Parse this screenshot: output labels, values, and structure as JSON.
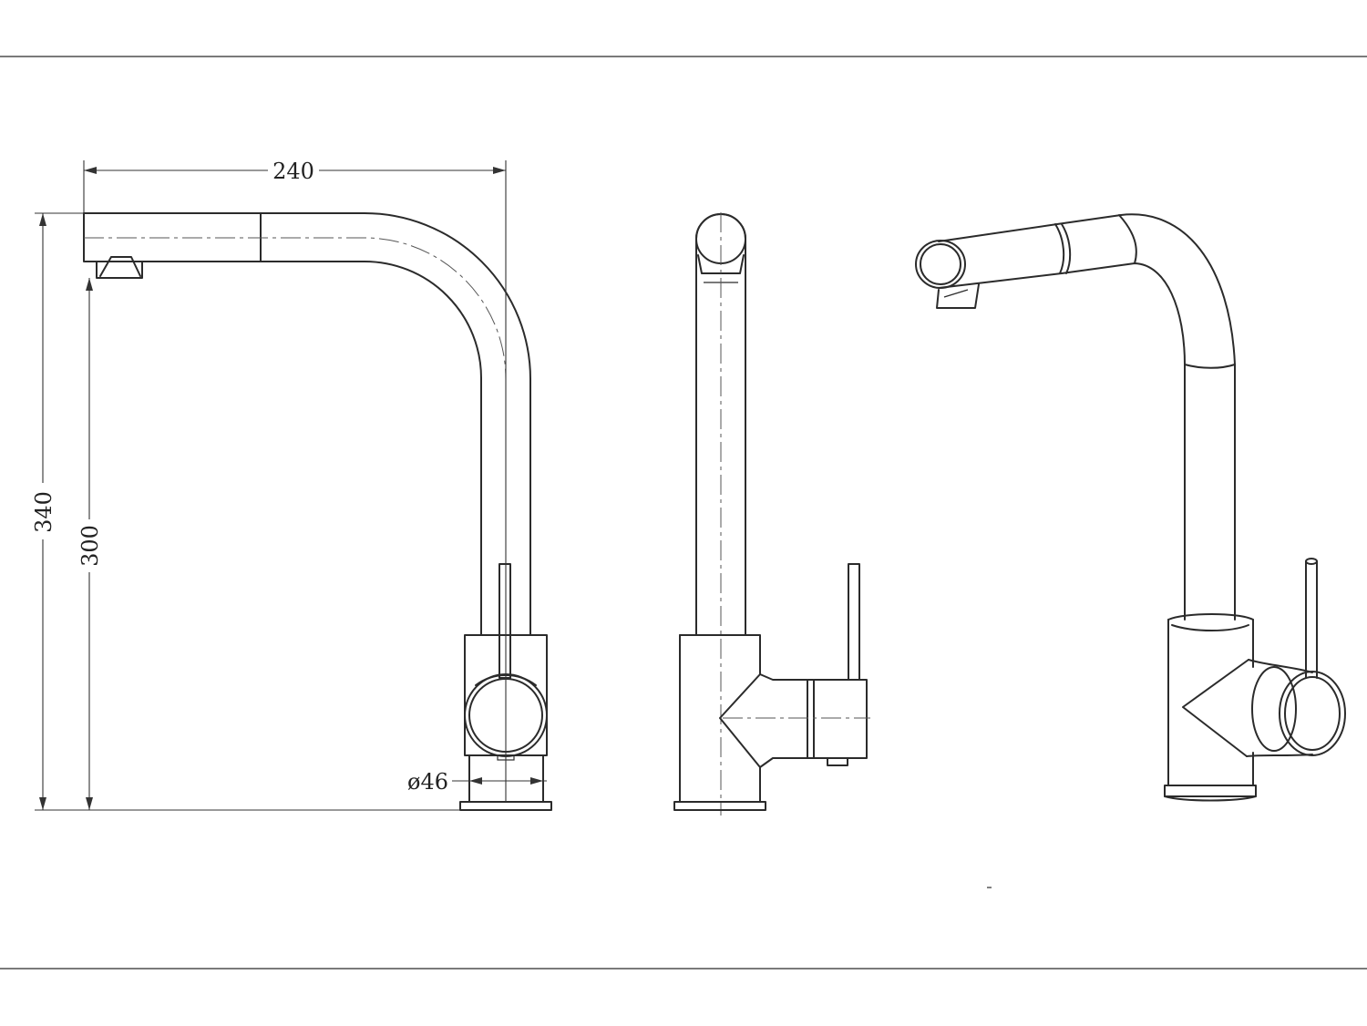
{
  "dimensions": {
    "total_width": "240",
    "total_height": "340",
    "spout_height": "300",
    "base_diameter": "ø46"
  },
  "colors": {
    "line": "#2b2b2b",
    "background": "#ffffff"
  }
}
